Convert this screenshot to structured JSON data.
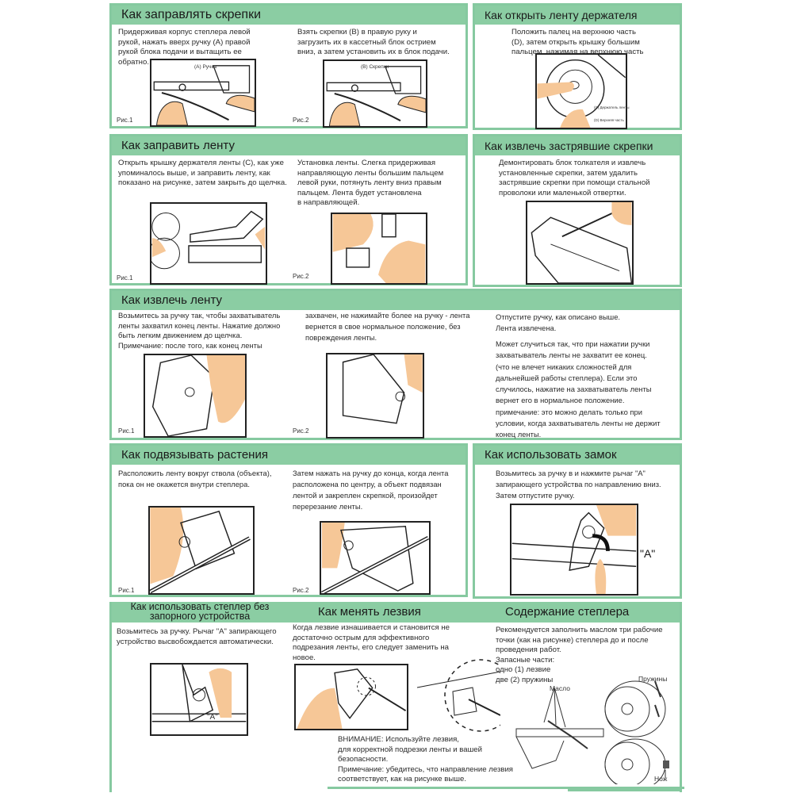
{
  "sections": [
    {
      "title": "Как заправлять скрепки",
      "text1": "Придерживая корпус степлера левой\nрукой, нажать вверх ручку (А) правой\nрукой блока подачи и вытащить ее\nобратно.",
      "text2": "Взять скрепки (В) в правую руку и\nзагрузить их в кассетный блок острием\nвниз, а затем установить их в блок подачи.",
      "fig1_label": "(А) Ручка",
      "fig2_label": "(В) Скрепки",
      "cap1": "Рис.1",
      "cap2": "Рис.2"
    },
    {
      "title": "Как открыть ленту держателя",
      "text1": "Положить палец на верхнюю часть\n(D), затем открыть крышку большим\nпальцем, нажимая на верхнюю часть",
      "fig_label_c": "(С) Держатель ленты",
      "fig_label_d": "(D) Верхняя часть"
    },
    {
      "title": "Как заправить ленту",
      "text1": "Открыть крышку держателя ленты (С), как уже\nупоминалось выше, и заправить ленту, как\nпоказано на рисунке, затем закрыть до щелчка.",
      "text2": "Установка ленты. Слегка придерживая\nнаправляющую ленты  большим пальцем\nлевой руки, потянуть ленту вниз правым\nпальцем. Лента будет установлена\nв направляющей.",
      "cap1": "Рис.1",
      "cap2": "Рис.2"
    },
    {
      "title": "Как извлечь застрявшие скрепки",
      "text1": "Демонтировать блок толкателя и извлечь\nустановленные скрепки, затем удалить\nзастрявшие скрепки при помощи стальной\nпроволоки или маленькой отвертки."
    },
    {
      "title": "Как извлечь ленту",
      "text1": "Возьмитесь за ручку так, чтобы захватыватель\nленты захватил конец ленты. Нажатие должно\nбыть легким движением до щелчка.\nПримечание: после того, как конец ленты",
      "text2": "захвачен, не нажимайте более на ручку - лента\nвернется в свое нормальное положение, без\nповреждения ленты.",
      "text3": "Отпустите ручку, как описано выше.\nЛента извлечена.",
      "text4": "Может случиться так, что при нажатии ручки\nзахватыватель ленты не захватит ее конец.\n(что не влечет никаких сложностей для\nдальнейшей работы степлера). Если это\nслучилось, нажатие на захватыватель ленты\nвернет его в нормальное положение.\nпримечание: это можно делать только при\nусловии, когда захватыватель ленты не держит\nконец ленты.",
      "cap1": "Рис.1",
      "cap2": "Рис.2"
    },
    {
      "title": "Как подвязывать растения",
      "text1": "Расположить ленту вокруг ствола (объекта),\nпока он не окажется внутри степлера.",
      "text2": "Затем нажать на ручку до конца, когда лента\nрасположена по центру, а объект подвязан\nлентой и закреплен скрепкой, произойдет\nперерезание ленты.",
      "cap1": "Рис.1",
      "cap2": "Рис.2"
    },
    {
      "title": "Как использовать замок",
      "text1": "Возьмитесь за ручку в и нажмите рычаг \"А\"\nзапирающего устройства по направлению вниз.\nЗатем отпустите ручку.",
      "fig_label": "\"A\""
    },
    {
      "title": "Как использовать степлер без\nзапорного устройства",
      "text1": "Возьмитесь за ручку. Рычаг \"А\" запирающего\nустройство высвобождается автоматически.",
      "fig_label": "\"A\""
    },
    {
      "title": "Как менять лезвия",
      "text1": "Когда лезвие изнашивается и становится не\nдостаточно острым для эффективного\nподрезания ленты, его следует заменить на\nновое.",
      "text2": "ВНИМАНИЕ: Используйте лезвия,\nдля корректной подрезки ленты и вашей\nбезопасности.\nПримечание: убедитесь, что направление лезвия\nсоответствует, как на рисунке выше."
    },
    {
      "title": "Содержание степлера",
      "text1": "Рекомендуется заполнить маслом три рабочие\nточки (как на рисунке) степлера до и после\nпроведения работ.\nЗапасные части:\nодно (1) лезвие\nдве (2) пружины",
      "label_oil": "Масло",
      "label_springs": "Пружины",
      "label_knife": "Нож"
    }
  ],
  "colors": {
    "header": "#8bcda3",
    "border": "#86c9a0",
    "skin": "#f6c797"
  }
}
